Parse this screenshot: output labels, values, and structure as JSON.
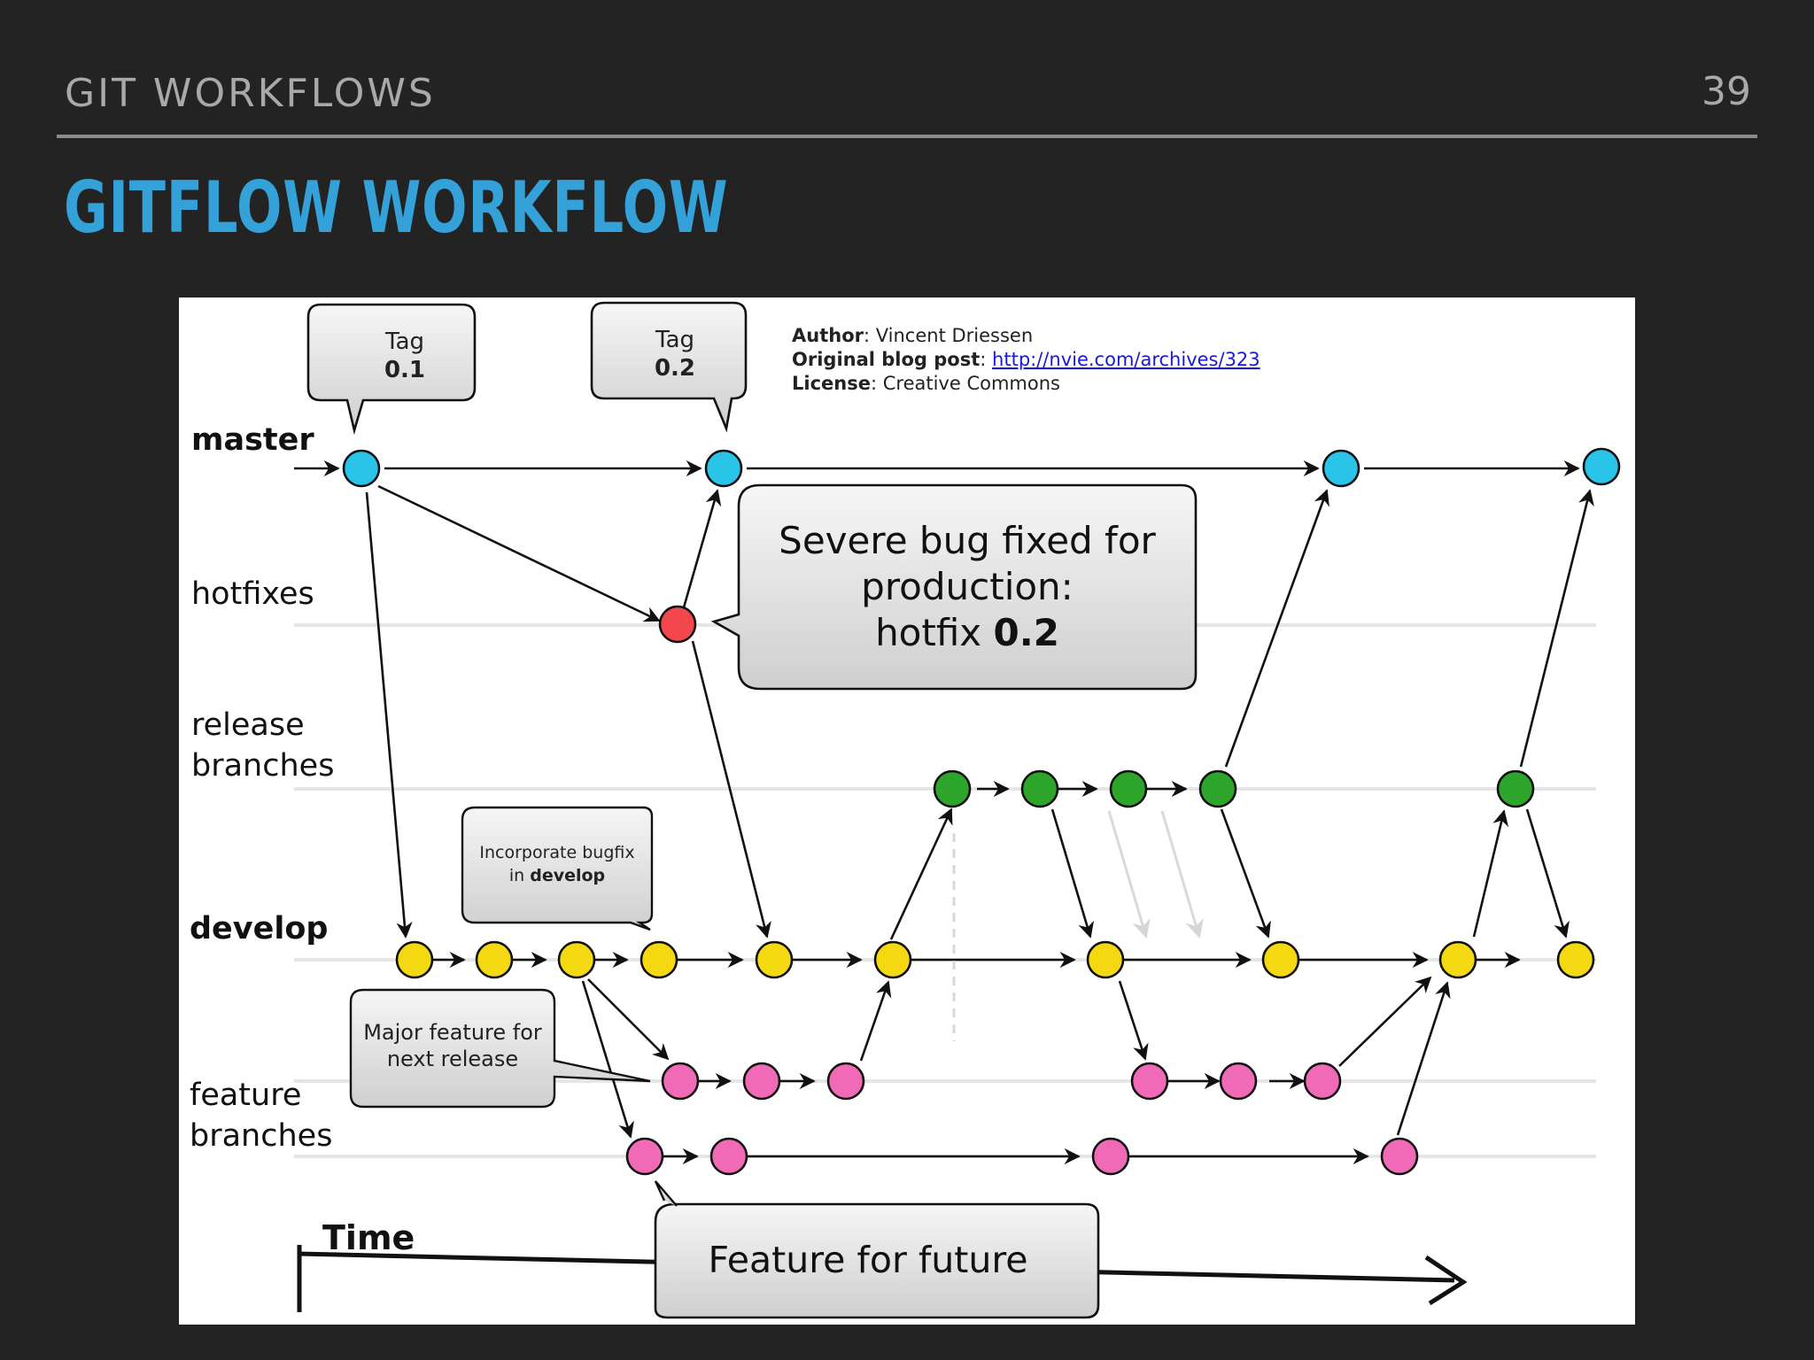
{
  "slide": {
    "section": "GIT WORKFLOWS",
    "number": "39",
    "title": "GITFLOW WORKFLOW"
  },
  "diagram": {
    "credits": {
      "author_label": "Author",
      "author_value": "Vincent Driessen",
      "post_label": "Original blog post",
      "post_value": "http://nvie.com/archives/323",
      "license_label": "License",
      "license_value": "Creative Commons"
    },
    "lanes": {
      "master": "master",
      "hotfixes": "hotfixes",
      "release_line1": "release",
      "release_line2": "branches",
      "develop": "develop",
      "feature_line1": "feature",
      "feature_line2": "branches"
    },
    "callouts": {
      "tag1_word": "Tag",
      "tag1_version": "0.1",
      "tag2_word": "Tag",
      "tag2_version": "0.2",
      "bug_line1": "Severe bug fixed for",
      "bug_line2": "production:",
      "bug_line3_prefix": "hotfix",
      "bug_line3_version": "0.2",
      "bugfix_line1": "Incorporate bugfix",
      "bugfix_line2_prefix": "in",
      "bugfix_line2_bold": "develop",
      "major_line1": "Major feature for",
      "major_line2": "next release",
      "future": "Feature for future"
    },
    "time_label": "Time",
    "colors": {
      "master": "#29c4e8",
      "hotfix": "#f2484d",
      "release": "#2ca52a",
      "develop": "#f4d812",
      "feature": "#f06ab8",
      "link": "#1a1ad6"
    }
  }
}
